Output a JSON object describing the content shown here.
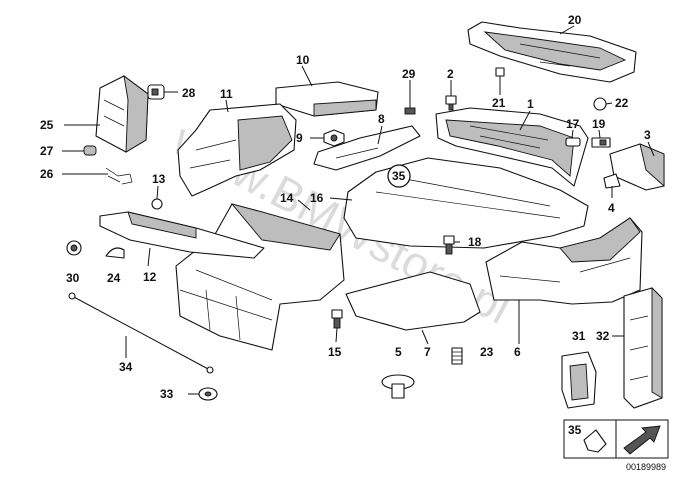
{
  "watermark": "www.BMWstore.pl",
  "diagram_code": "00189989",
  "callouts": [
    {
      "id": "20",
      "label": "20"
    },
    {
      "id": "10",
      "label": "10"
    },
    {
      "id": "28",
      "label": "28"
    },
    {
      "id": "11",
      "label": "11"
    },
    {
      "id": "29",
      "label": "29"
    },
    {
      "id": "2",
      "label": "2"
    },
    {
      "id": "21",
      "label": "21"
    },
    {
      "id": "22",
      "label": "22"
    },
    {
      "id": "25",
      "label": "25"
    },
    {
      "id": "1",
      "label": "1"
    },
    {
      "id": "8",
      "label": "8"
    },
    {
      "id": "17",
      "label": "17"
    },
    {
      "id": "19",
      "label": "19"
    },
    {
      "id": "3",
      "label": "3"
    },
    {
      "id": "9",
      "label": "9"
    },
    {
      "id": "27",
      "label": "27"
    },
    {
      "id": "26",
      "label": "26"
    },
    {
      "id": "35",
      "label": "35"
    },
    {
      "id": "13",
      "label": "13"
    },
    {
      "id": "16",
      "label": "16"
    },
    {
      "id": "14",
      "label": "14"
    },
    {
      "id": "4",
      "label": "4"
    },
    {
      "id": "18",
      "label": "18"
    },
    {
      "id": "30",
      "label": "30"
    },
    {
      "id": "24",
      "label": "24"
    },
    {
      "id": "12",
      "label": "12"
    },
    {
      "id": "31",
      "label": "31"
    },
    {
      "id": "32",
      "label": "32"
    },
    {
      "id": "15",
      "label": "15"
    },
    {
      "id": "5",
      "label": "5"
    },
    {
      "id": "7",
      "label": "7"
    },
    {
      "id": "23",
      "label": "23"
    },
    {
      "id": "6",
      "label": "6"
    },
    {
      "id": "34",
      "label": "34"
    },
    {
      "id": "33",
      "label": "33"
    }
  ],
  "legend": {
    "ref_label": "35"
  }
}
